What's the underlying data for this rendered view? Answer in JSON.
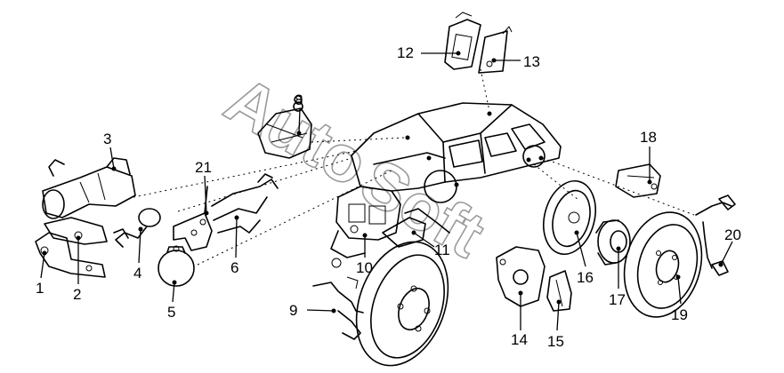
{
  "watermark": {
    "text_1": "Auto",
    "text_2": "Soft"
  },
  "callouts": [
    {
      "id": "1",
      "label": "1"
    },
    {
      "id": "2",
      "label": "2"
    },
    {
      "id": "3",
      "label": "3"
    },
    {
      "id": "4",
      "label": "4"
    },
    {
      "id": "5",
      "label": "5"
    },
    {
      "id": "6",
      "label": "6"
    },
    {
      "id": "8",
      "label": "8"
    },
    {
      "id": "9",
      "label": "9"
    },
    {
      "id": "10",
      "label": "10"
    },
    {
      "id": "11",
      "label": "11"
    },
    {
      "id": "12",
      "label": "12"
    },
    {
      "id": "13",
      "label": "13"
    },
    {
      "id": "14",
      "label": "14"
    },
    {
      "id": "15",
      "label": "15"
    },
    {
      "id": "16",
      "label": "16"
    },
    {
      "id": "17",
      "label": "17"
    },
    {
      "id": "18",
      "label": "18"
    },
    {
      "id": "19",
      "label": "19"
    },
    {
      "id": "20",
      "label": "20"
    },
    {
      "id": "21",
      "label": "21"
    }
  ],
  "colors": {
    "line": "#000000",
    "background": "#ffffff",
    "watermark": "#9a9a9a"
  }
}
